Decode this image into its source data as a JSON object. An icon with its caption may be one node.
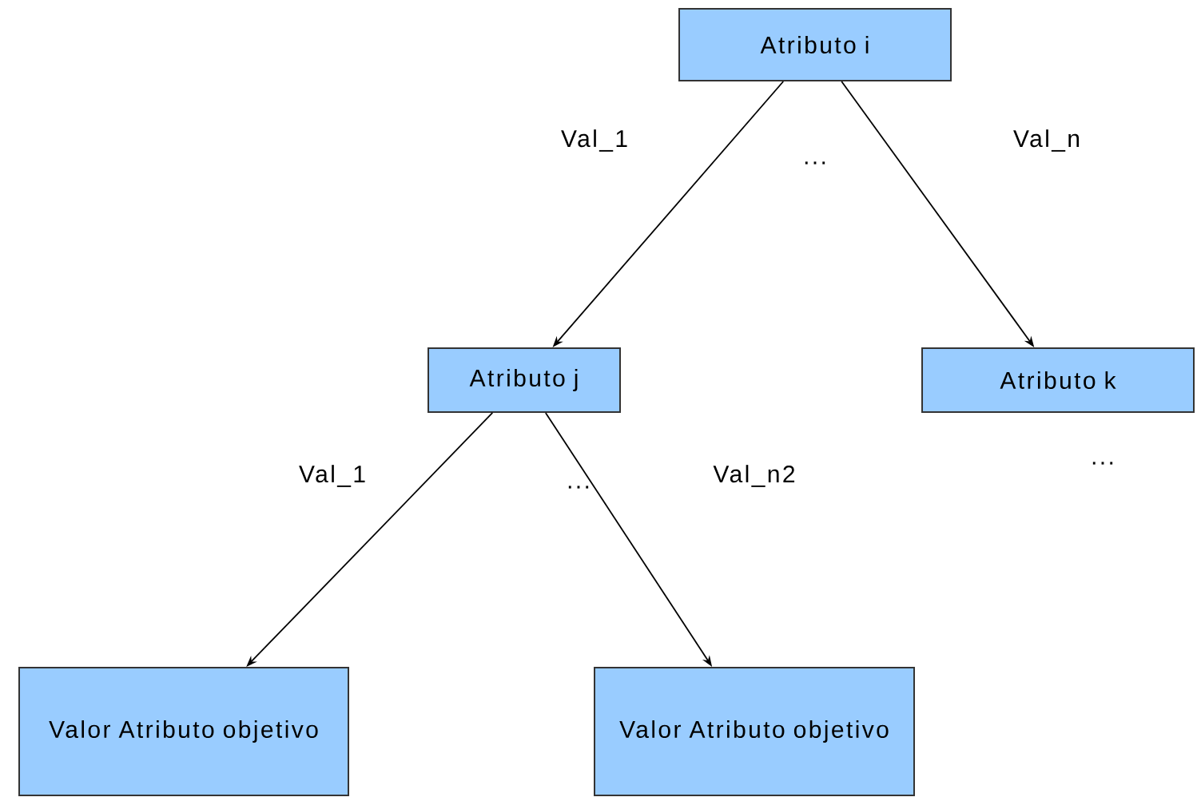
{
  "diagram": {
    "nodes": [
      {
        "text": [
          "Atributo i"
        ]
      },
      {
        "text": [
          "Atributo j"
        ]
      },
      {
        "text": [
          "Atributo k"
        ]
      },
      {
        "text": [
          "Valor Atributo objetivo"
        ]
      },
      {
        "text": [
          "Valor Atributo objetivo"
        ]
      }
    ],
    "edges": [
      {
        "from": 0,
        "to": 1,
        "arrow": "to",
        "label": "Val_1"
      },
      {
        "from": 0,
        "to": 2,
        "arrow": "to",
        "label": "Val_n"
      },
      {
        "from": 1,
        "to": 3,
        "arrow": "to",
        "label": "Val_1"
      },
      {
        "from": 1,
        "to": 4,
        "arrow": "to",
        "label": "Val_n2"
      }
    ],
    "labels": [
      "...",
      "...",
      "..."
    ]
  }
}
